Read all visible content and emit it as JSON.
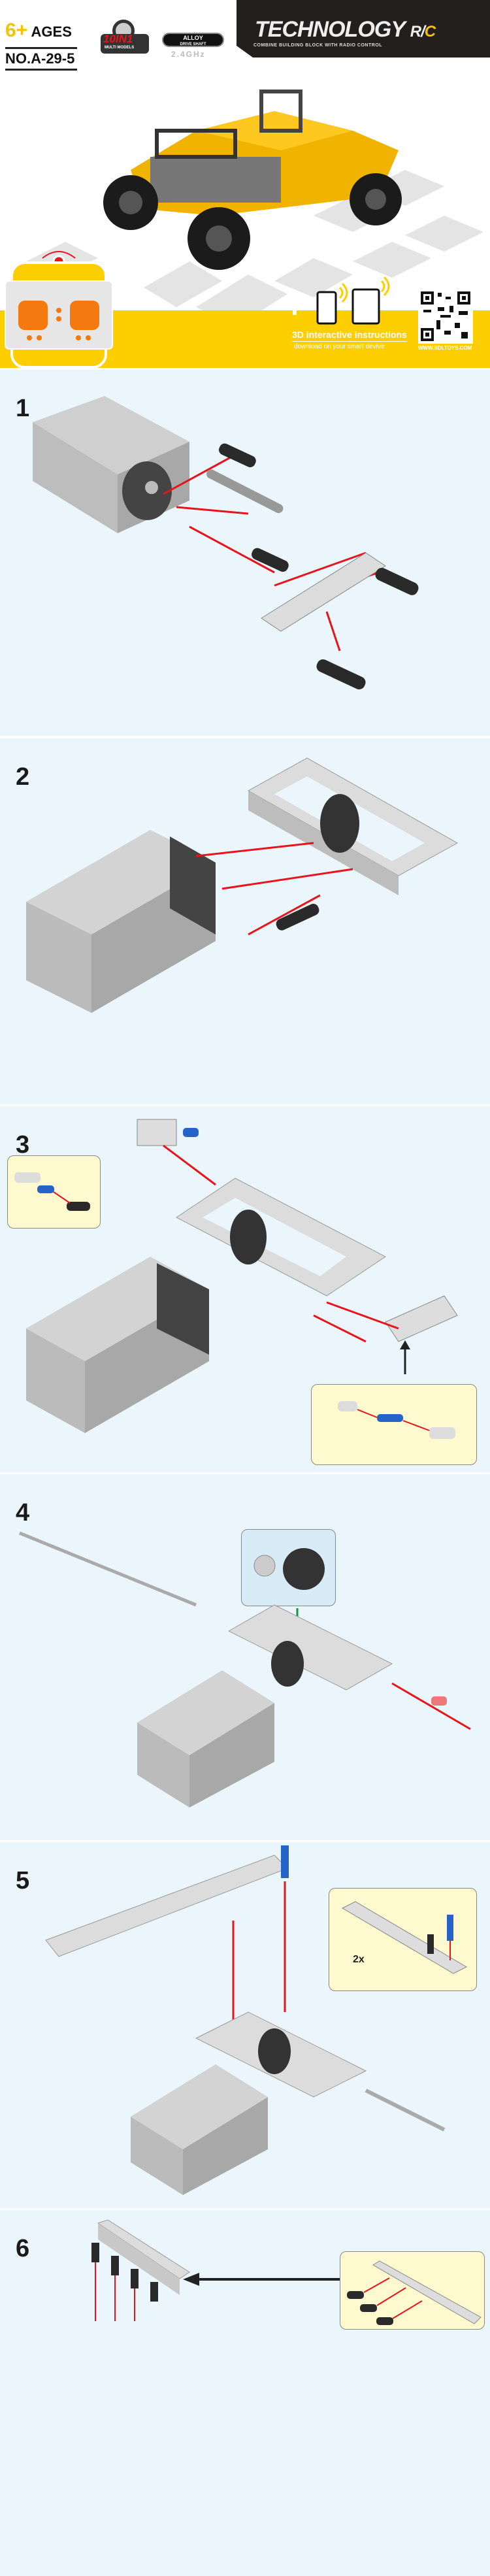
{
  "header": {
    "age_number": "6+",
    "age_label": "AGES",
    "model_number": "NO.A-29-5",
    "badge_10in1": "10IN1",
    "badge_multi": "MULTI MODELS",
    "alloy_line1": "ALLOY",
    "alloy_line2": "DRIVE SHAFT",
    "frequency": "2.4GHz",
    "brand_title": "TECHNOLOGY",
    "brand_r": "R/",
    "brand_c": "C",
    "tagline": "COMBINE BUILDING BLOCK WITH RADIO CONTROL",
    "instructions_title": "3D interactive instructions",
    "instructions_sub": "download on your smart devive",
    "website": "WWW.SDLTOYS.COM"
  },
  "steps": [
    {
      "number": "1"
    },
    {
      "number": "2"
    },
    {
      "number": "3"
    },
    {
      "number": "4"
    },
    {
      "number": "5",
      "multiplier": "2x"
    },
    {
      "number": "6"
    }
  ],
  "colors": {
    "accent": "#fecf00",
    "panel": "#eaf5fc",
    "arrow": "#e8141c",
    "banner": "#231f1d"
  }
}
